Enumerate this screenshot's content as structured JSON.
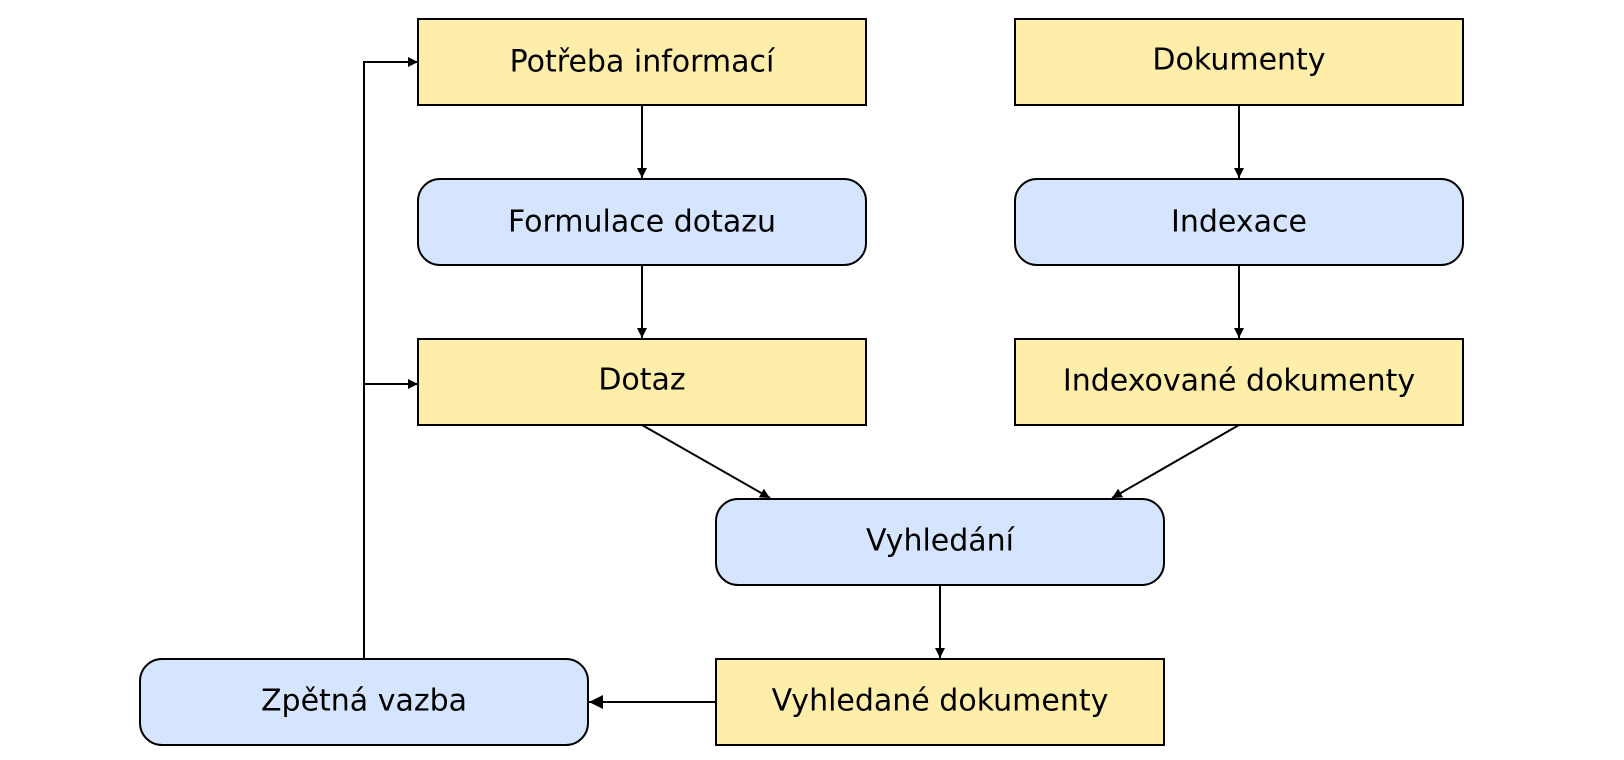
{
  "colors": {
    "data_fill": "#FFEEAA",
    "process_fill": "#D5E5FF",
    "stroke": "#000000"
  },
  "nodes": {
    "potreba_informaci": {
      "label": "Potřeba informací",
      "kind": "data"
    },
    "dokumenty": {
      "label": "Dokumenty",
      "kind": "data"
    },
    "formulace_dotazu": {
      "label": "Formulace dotazu",
      "kind": "process"
    },
    "indexace": {
      "label": "Indexace",
      "kind": "process"
    },
    "dotaz": {
      "label": "Dotaz",
      "kind": "data"
    },
    "indexovane_dokumenty": {
      "label": "Indexované dokumenty",
      "kind": "data"
    },
    "vyhledani": {
      "label": "Vyhledání",
      "kind": "process"
    },
    "vyhledane_dokumenty": {
      "label": "Vyhledané dokumenty",
      "kind": "data"
    },
    "zpetna_vazba": {
      "label": "Zpětná vazba",
      "kind": "process"
    }
  },
  "edges": [
    {
      "from": "potreba_informaci",
      "to": "formulace_dotazu"
    },
    {
      "from": "formulace_dotazu",
      "to": "dotaz"
    },
    {
      "from": "dokumenty",
      "to": "indexace"
    },
    {
      "from": "indexace",
      "to": "indexovane_dokumenty"
    },
    {
      "from": "dotaz",
      "to": "vyhledani"
    },
    {
      "from": "indexovane_dokumenty",
      "to": "vyhledani"
    },
    {
      "from": "vyhledani",
      "to": "vyhledane_dokumenty"
    },
    {
      "from": "vyhledane_dokumenty",
      "to": "zpetna_vazba"
    },
    {
      "from": "zpetna_vazba",
      "to": "potreba_informaci"
    },
    {
      "from": "zpetna_vazba",
      "to": "dotaz"
    }
  ]
}
